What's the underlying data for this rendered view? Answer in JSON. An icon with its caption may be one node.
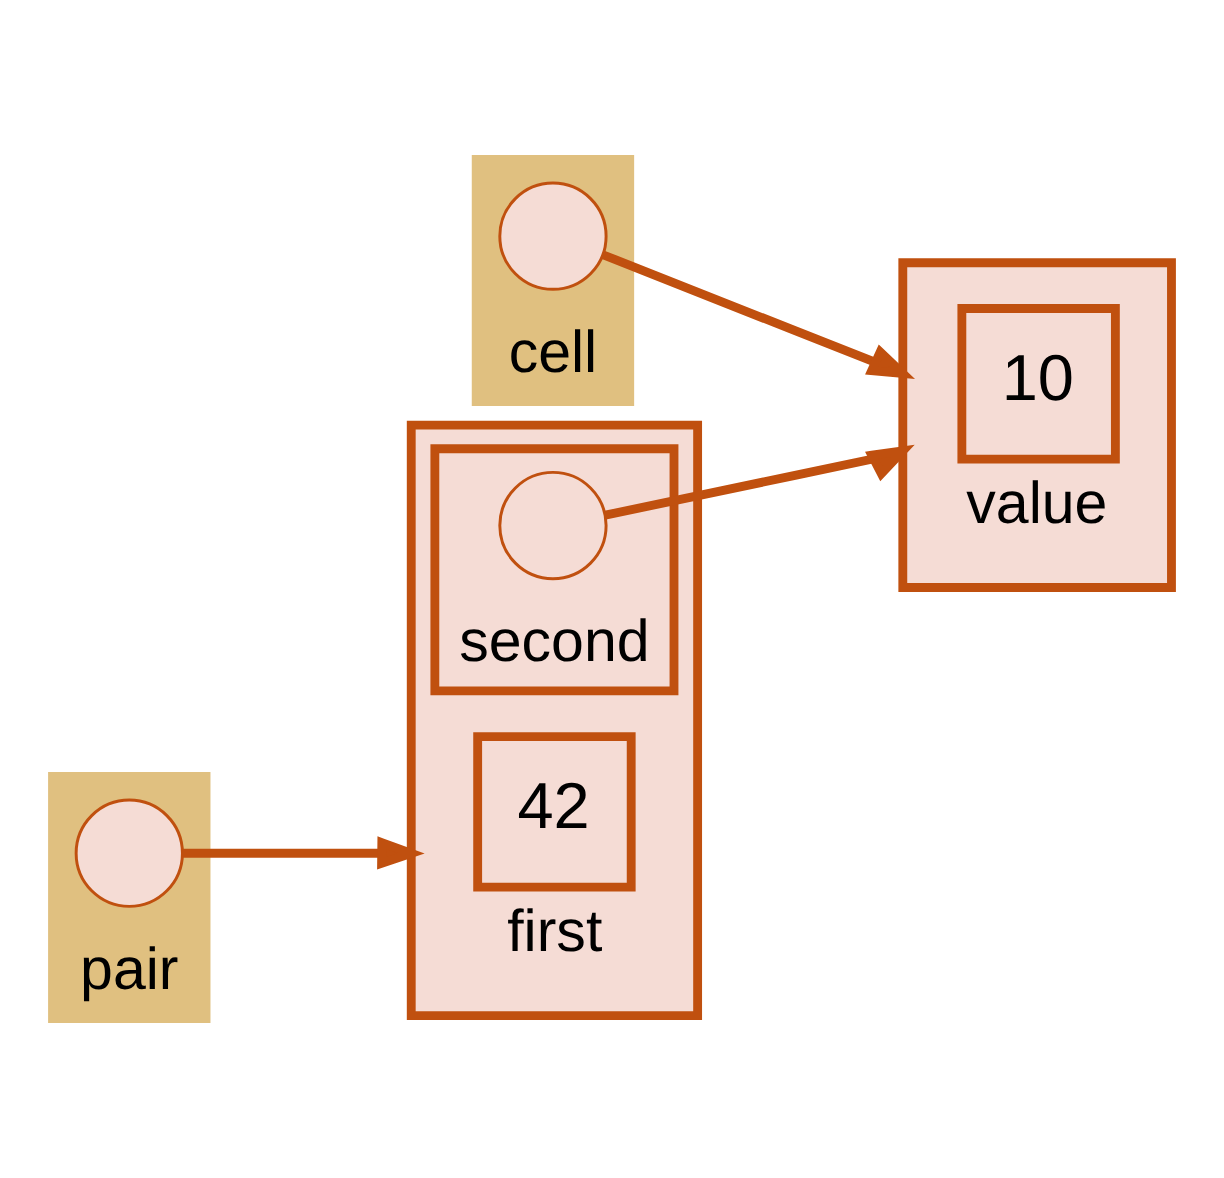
{
  "diagram": {
    "nodes": [
      {
        "text": [
          "cell"
        ]
      },
      {
        "text": [],
        "shape": "circle",
        "in": 0
      },
      {
        "text": [
          "pair"
        ]
      },
      {
        "text": [],
        "shape": "circle",
        "in": 2
      },
      {
        "text": [],
        "shape": "box"
      },
      {
        "text": [
          "10"
        ],
        "in": 4,
        "beside": [
          "value"
        ]
      },
      {
        "text": [],
        "shape": "box"
      },
      {
        "text": [
          "42"
        ],
        "in": 6,
        "beside": [
          "first"
        ]
      },
      {
        "text": [
          "second"
        ],
        "in": 6
      },
      {
        "text": [],
        "shape": "circle",
        "in": 8
      }
    ],
    "edges": [
      {
        "from": 1,
        "to": 4,
        "arrow": "to"
      },
      {
        "from": 3,
        "to": 6,
        "arrow": "to"
      },
      {
        "from": 9,
        "to": 4,
        "arrow": "to"
      }
    ]
  }
}
